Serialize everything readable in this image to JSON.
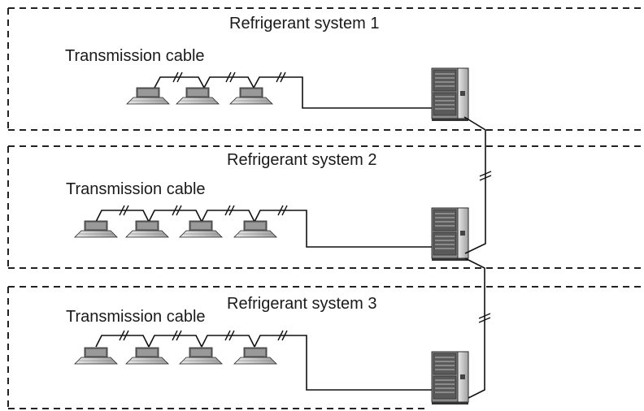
{
  "systems": [
    {
      "title": "Refrigerant system 1",
      "cable_label": "Transmission cable",
      "indoor_units": 3
    },
    {
      "title": "Refrigerant system 2",
      "cable_label": "Transmission cable",
      "indoor_units": 4
    },
    {
      "title": "Refrigerant system 3",
      "cable_label": "Transmission cable",
      "indoor_units": 4
    }
  ]
}
